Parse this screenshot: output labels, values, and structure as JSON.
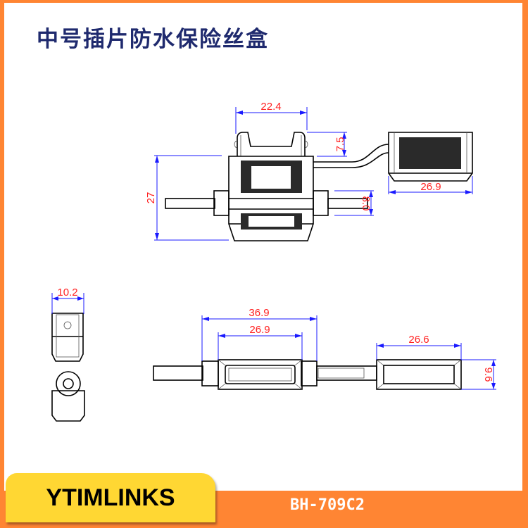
{
  "title": "中号插片防水保险丝盒",
  "brand": "YTIMLINKS",
  "model": "BH-709C2",
  "colors": {
    "frame": "#ff8533",
    "brand_tab": "#ffd733",
    "title": "#1f2a6e",
    "dimension_text": "#ff2020",
    "dimension_line": "#1a1aff"
  },
  "dimensions": {
    "front_top_width": "22.4",
    "clip_height": "7.5",
    "body_height": "27",
    "wire_height": "8.0",
    "cap_width_front": "26.9",
    "side_width": "10.2",
    "overall_length": "36.9",
    "body_length": "26.9",
    "cap_length": "26.6",
    "cap_height": "9.6"
  }
}
